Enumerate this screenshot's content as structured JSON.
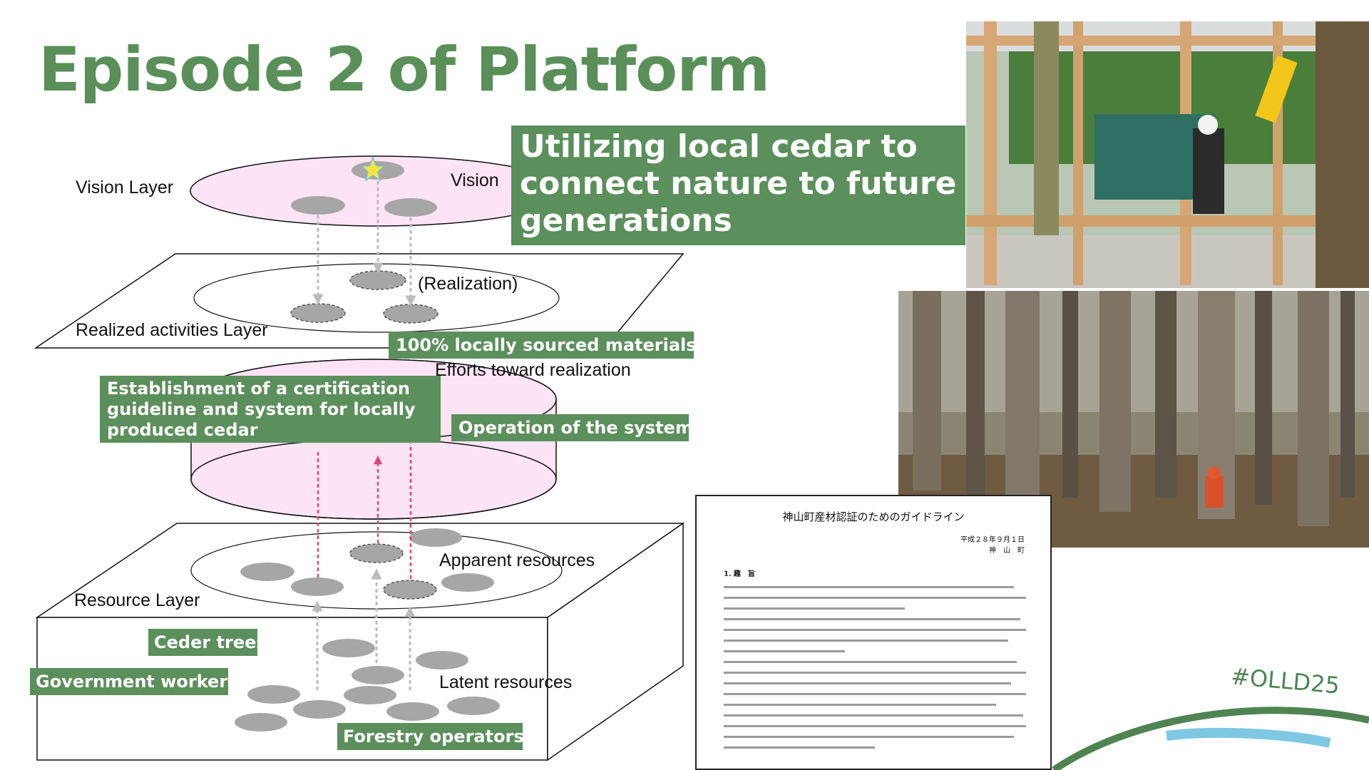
{
  "title": "Episode 2 of Platform",
  "headline": "Utilizing local cedar to connect nature to future generations",
  "layers": {
    "vision": "Vision Layer",
    "realized": "Realized activities Layer",
    "resource": "Resource Layer"
  },
  "labels": {
    "vision": "Vision",
    "realization": "(Realization)",
    "efforts": "Efforts toward realization",
    "apparent": "Apparent resources",
    "latent": "Latent resources"
  },
  "tags": {
    "materials": "100% locally sourced materials",
    "certification": "Establishment of a certification guideline and system for locally produced cedar",
    "operation": "Operation of the system",
    "ceder_trees": "Ceder trees",
    "government_worker": "Government worker",
    "forestry_operators": "Forestry operators"
  },
  "document": {
    "title": "神山町産材認証のためのガイドライン",
    "date": "平成２８年９月１日",
    "issuer": "神　山　町",
    "section": "1. 趣　旨"
  },
  "hashtag": "#OLLD25",
  "colors": {
    "green": "#5b8f5b",
    "pink": "#fde4f5",
    "accent_blue": "#7ec8e3"
  }
}
